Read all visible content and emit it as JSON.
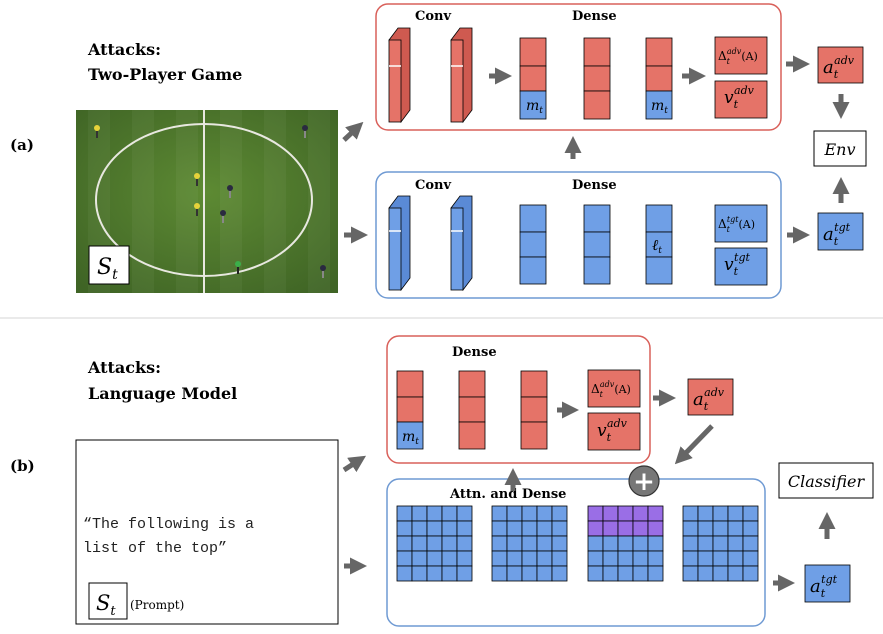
{
  "colors": {
    "adv_fill": "#e57368",
    "adv_border": "#d9605a",
    "tgt_fill": "#6f9fe6",
    "tgt_border": "#6f9ad3",
    "purple": "#9a6ee6",
    "arrow": "#666666",
    "field": "#4f7a2e"
  },
  "panel_a": {
    "label": "(a)",
    "title_line1": "Attacks:",
    "title_line2": "Two-Player Game",
    "state_symbol": "S",
    "state_sub": "t",
    "adv_net": {
      "conv_label": "Conv",
      "dense_label": "Dense",
      "mask_var": "m",
      "mask_sub": "t",
      "head_top": "Δ",
      "head_top_sub": "t",
      "head_top_sup": "adv",
      "head_top_arg": "(A)",
      "head_bottom": "v",
      "head_bottom_sub": "t",
      "head_bottom_sup": "adv",
      "action": "a",
      "action_sub": "t",
      "action_sup": "adv"
    },
    "tgt_net": {
      "conv_label": "Conv",
      "dense_label": "Dense",
      "latent_var": "ℓ",
      "latent_sub": "t",
      "head_top": "Δ",
      "head_top_sub": "t",
      "head_top_sup": "tgt",
      "head_top_arg": "(A)",
      "head_bottom": "v",
      "head_bottom_sub": "t",
      "head_bottom_sup": "tgt",
      "action": "a",
      "action_sub": "t",
      "action_sup": "tgt"
    },
    "env_label": "Env"
  },
  "panel_b": {
    "label": "(b)",
    "title_line1": "Attacks:",
    "title_line2": "Language Model",
    "prompt_line1": "“The following is a",
    "prompt_line2": "list of the top”",
    "state_symbol": "S",
    "state_sub": "t",
    "prompt_tag": "(Prompt)",
    "adv_net": {
      "dense_label": "Dense",
      "mask_var": "m",
      "mask_sub": "t",
      "head_top": "Δ",
      "head_top_sub": "t",
      "head_top_sup": "adv",
      "head_top_arg": "(A)",
      "head_bottom": "v",
      "head_bottom_sub": "t",
      "head_bottom_sup": "adv",
      "action": "a",
      "action_sub": "t",
      "action_sup": "adv"
    },
    "tgt_net": {
      "block_label": "Attn. and Dense",
      "action": "a",
      "action_sub": "t",
      "action_sup": "tgt"
    },
    "plus_symbol": "+",
    "classifier_label": "Classifier"
  }
}
